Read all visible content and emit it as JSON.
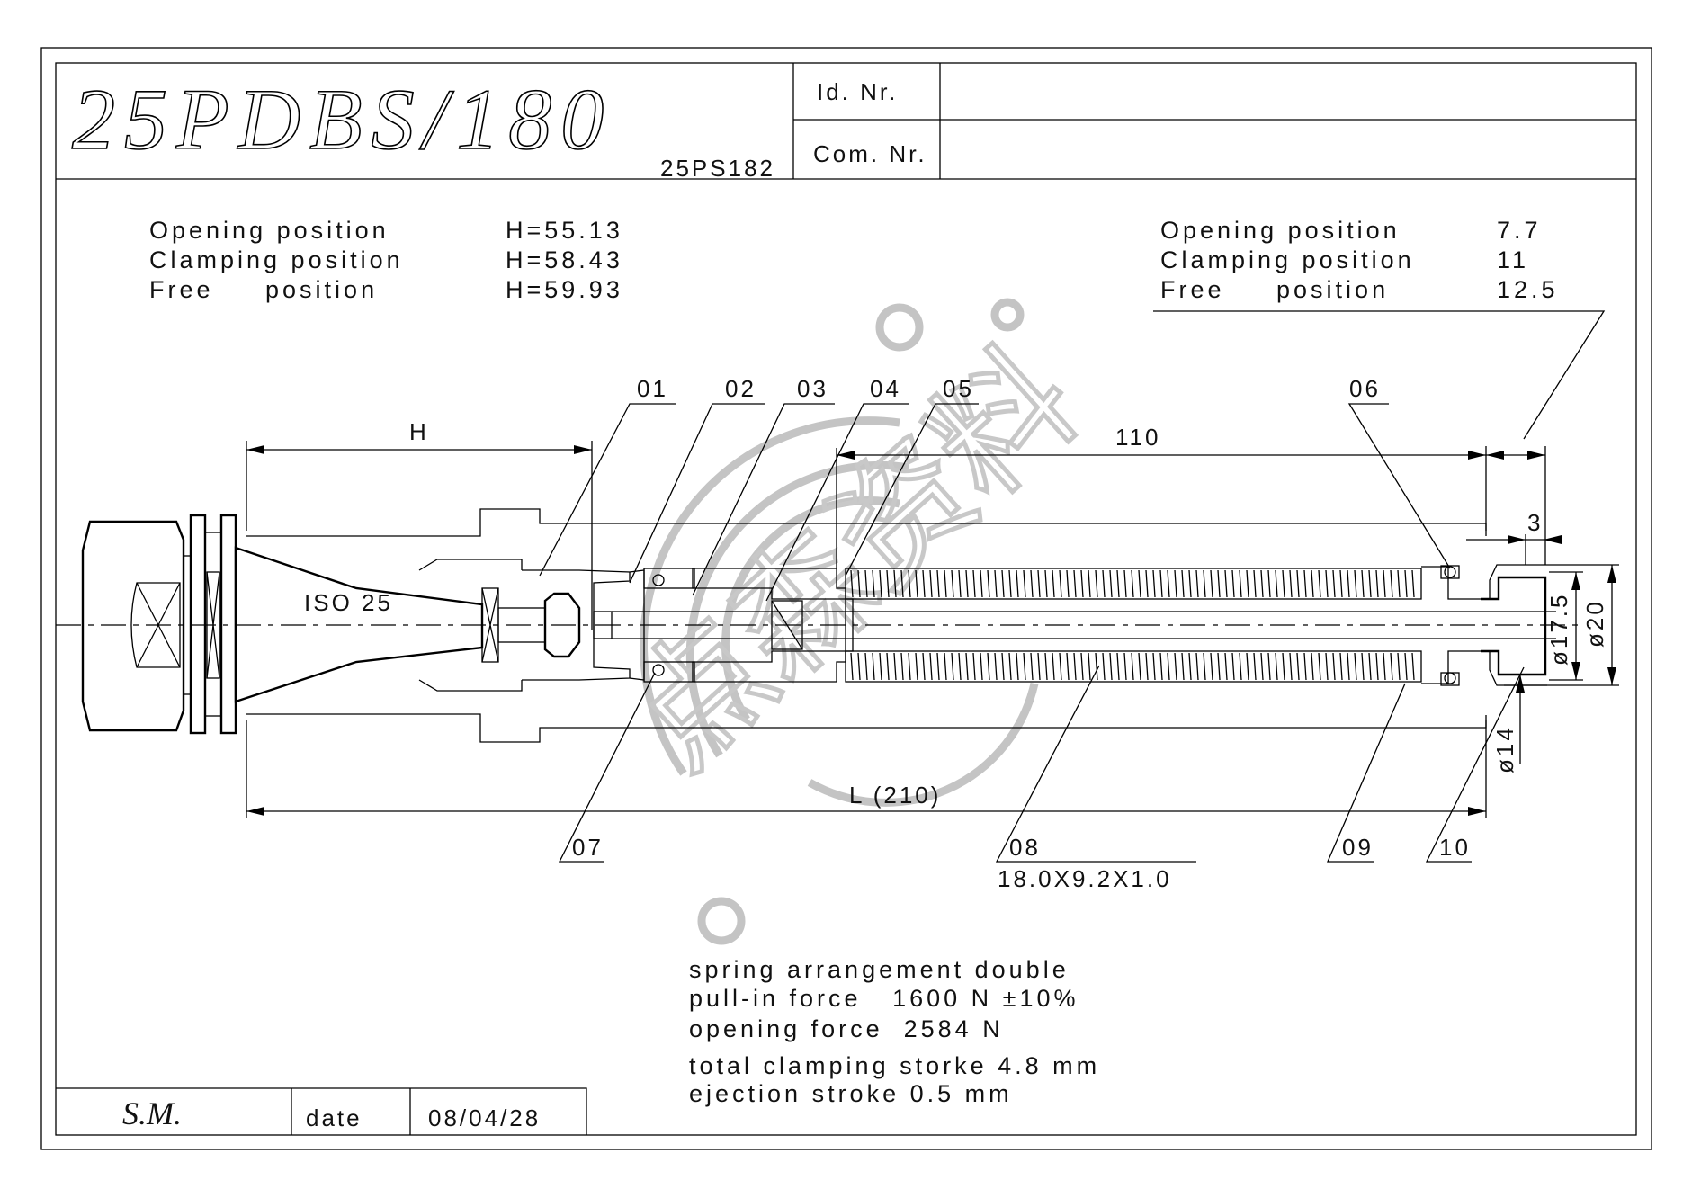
{
  "title_block": {
    "drawing_title": "25PDBS/180",
    "sub_code": "25PS182",
    "id_nr_label": "Id. Nr.",
    "id_nr_value": "",
    "com_nr_label": "Com. Nr.",
    "com_nr_value": ""
  },
  "positions_h": [
    {
      "label": "Opening position",
      "value": "H=55.13"
    },
    {
      "label": "Clamping position",
      "value": "H=58.43"
    },
    {
      "label": "Free     position",
      "value": "H=59.93"
    }
  ],
  "positions_stroke": [
    {
      "label": "Opening position",
      "value": "7.7"
    },
    {
      "label": "Clamping position",
      "value": "11"
    },
    {
      "label": "Free     position",
      "value": "12.5"
    }
  ],
  "dimensions": {
    "h": "H",
    "l": "L (210)",
    "d110": "110",
    "d3": "3",
    "d17_5": "ø17.5",
    "d20": "ø20",
    "d14": "ø14",
    "cone": "ISO 25"
  },
  "parts": [
    "01",
    "02",
    "03",
    "04",
    "05",
    "06",
    "07",
    "08",
    "09",
    "10"
  ],
  "spring_spec": "18.0X9.2X1.0",
  "notes": [
    "spring arrangement double",
    "pull-in force   1600 N ±10%",
    "opening force  2584 N",
    "total clamping storke 4.8 mm",
    "ejection stroke 0.5 mm"
  ],
  "footer": {
    "author": "S.M.",
    "date_label": "date",
    "date_value": "08/04/28"
  },
  "watermark": "点森资料"
}
